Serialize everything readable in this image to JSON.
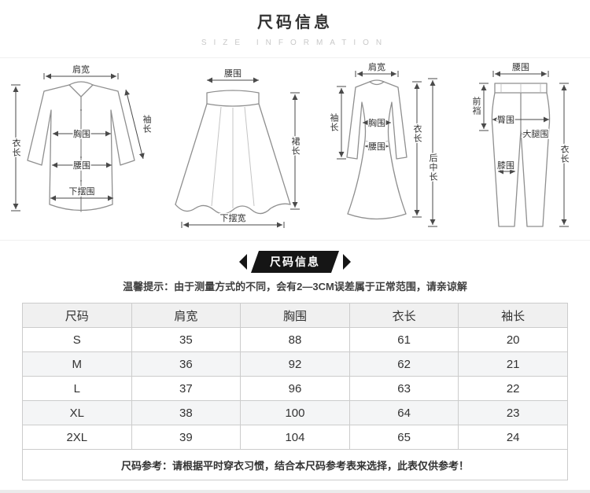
{
  "header": {
    "title": "尺码信息",
    "subtitle": "SIZE INFORMATION"
  },
  "diagrams": {
    "shirt": {
      "labels": {
        "shoulder": "肩宽",
        "length": "衣长",
        "sleeve": "袖长",
        "bust": "胸围",
        "waist": "腰围",
        "hem": "下摆围"
      }
    },
    "skirt": {
      "labels": {
        "waist": "腰围",
        "length": "裙长",
        "hem": "下摆宽"
      }
    },
    "dress": {
      "labels": {
        "shoulder": "肩宽",
        "sleeve": "袖长",
        "bust": "胸围",
        "waist": "腰围",
        "length": "衣长",
        "back_length": "后中长"
      }
    },
    "pants": {
      "labels": {
        "waist": "腰围",
        "rise": "前裆",
        "hip": "臀围",
        "thigh": "大腿围",
        "knee": "膝围",
        "length": "衣长"
      }
    }
  },
  "section": {
    "banner_label": "尺码信息",
    "note": "温馨提示：由于测量方式的不同，会有2—3CM误差属于正常范围，请亲谅解"
  },
  "size_table": {
    "columns": [
      "尺码",
      "肩宽",
      "胸围",
      "衣长",
      "袖长"
    ],
    "rows": [
      [
        "S",
        "35",
        "88",
        "61",
        "20"
      ],
      [
        "M",
        "36",
        "92",
        "62",
        "21"
      ],
      [
        "L",
        "37",
        "96",
        "63",
        "22"
      ],
      [
        "XL",
        "38",
        "100",
        "64",
        "23"
      ],
      [
        "2XL",
        "39",
        "104",
        "65",
        "24"
      ]
    ],
    "footer": "尺码参考：请根据平时穿衣习惯，结合本尺码参考表来选择，此表仅供参考！"
  },
  "colors": {
    "ribbon_black": "#151515",
    "row_stripe": "#f4f5f6"
  }
}
